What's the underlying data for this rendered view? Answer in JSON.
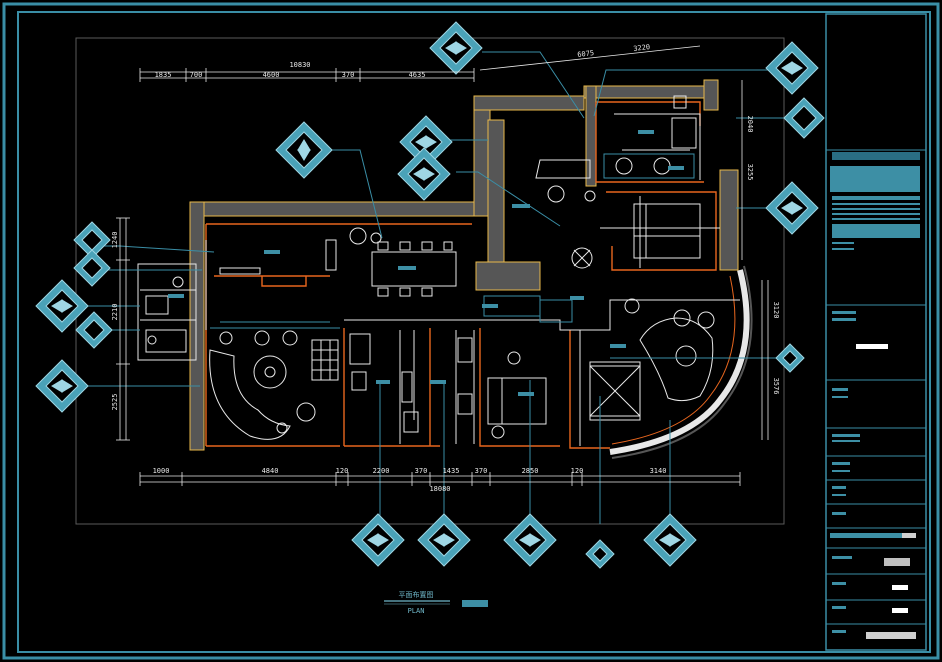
{
  "dimensions": {
    "top_overall": "10830",
    "top_segments": [
      "1835",
      "700",
      "4600",
      "370",
      "4635"
    ],
    "top_right_a": "6075",
    "top_right_b": "3220",
    "bottom_overall": "18080",
    "bottom_segments": [
      "1000",
      "4840",
      "120",
      "2200",
      "370",
      "1435",
      "370",
      "2850",
      "120",
      "3140"
    ],
    "left_a": "1240",
    "left_b": "2210",
    "left_c": "2525",
    "right_a": "2040",
    "right_b": "3255",
    "right_c": "3120",
    "right_d": "3576"
  },
  "caption": {
    "title": "平面布置图",
    "subtitle": "PLAN"
  }
}
